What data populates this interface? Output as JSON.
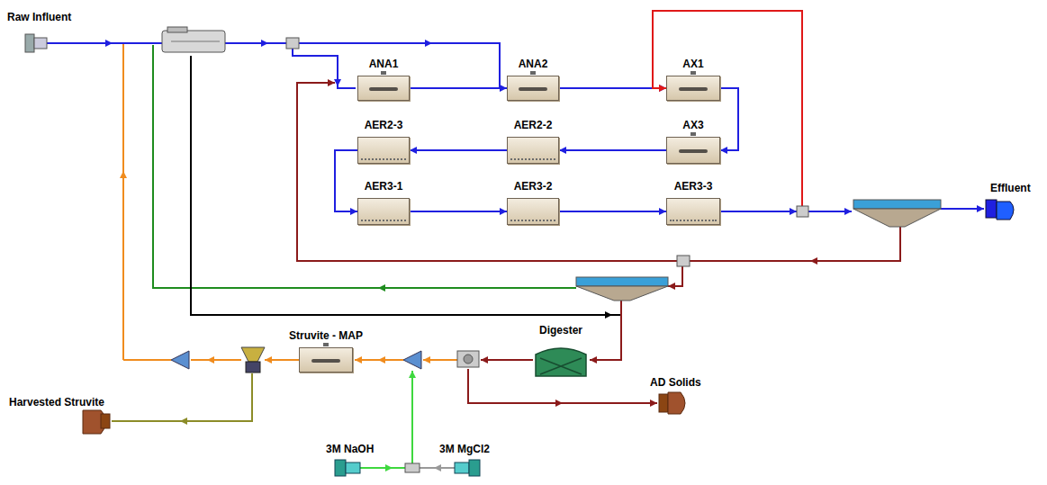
{
  "diagram": {
    "nodes": [
      {
        "text": [
          "Raw Influent"
        ]
      },
      {
        "text": [
          "ANA1"
        ]
      },
      {
        "text": [
          "ANA2"
        ]
      },
      {
        "text": [
          "AX1"
        ]
      },
      {
        "text": [
          "AER2-3"
        ]
      },
      {
        "text": [
          "AER2-2"
        ]
      },
      {
        "text": [
          "AX3"
        ]
      },
      {
        "text": [
          "AER3-1"
        ]
      },
      {
        "text": [
          "AER3-2"
        ]
      },
      {
        "text": [
          "AER3-3"
        ]
      },
      {
        "text": [
          "Effluent"
        ]
      },
      {
        "text": [
          "Struvite - MAP"
        ]
      },
      {
        "text": [
          "Digester"
        ]
      },
      {
        "text": [
          "Harvested Struvite"
        ]
      },
      {
        "text": [
          "AD Solids"
        ]
      },
      {
        "text": [
          "3M NaOH"
        ]
      },
      {
        "text": [
          "3M MgCl2"
        ]
      }
    ],
    "edges": [
      {
        "from": 1,
        "to": 2,
        "arrow": "to"
      },
      {
        "from": 2,
        "to": 3,
        "arrow": "to"
      },
      {
        "from": 3,
        "to": 6,
        "arrow": "to"
      },
      {
        "from": 6,
        "to": 5,
        "arrow": "to"
      },
      {
        "from": 5,
        "to": 4,
        "arrow": "to"
      },
      {
        "from": 4,
        "to": 7,
        "arrow": "to"
      },
      {
        "from": 7,
        "to": 8,
        "arrow": "to"
      },
      {
        "from": 8,
        "to": 9,
        "arrow": "to"
      },
      {
        "from": 9,
        "to": 3,
        "arrow": "to"
      }
    ]
  }
}
